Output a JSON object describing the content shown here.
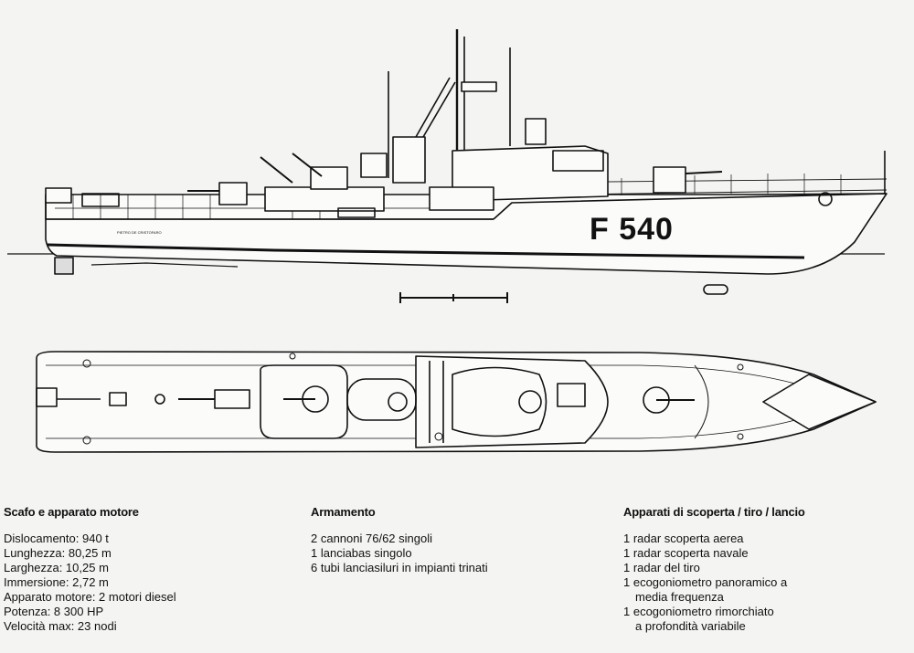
{
  "hull_number": "F 540",
  "ship_name_small": "PIETRO DE CRISTOFARO",
  "sections": {
    "hull": {
      "title": "Scafo e apparato motore",
      "lines": [
        "Dislocamento: 940 t",
        "Lunghezza: 80,25 m",
        "Larghezza: 10,25 m",
        "Immersione: 2,72 m",
        "Apparato motore: 2 motori diesel",
        "Potenza: 8 300 HP",
        "Velocità max: 23 nodi"
      ]
    },
    "armament": {
      "title": "Armamento",
      "lines": [
        "2 cannoni 76/62 singoli",
        "1 lanciabas singolo",
        "6 tubi lanciasiluri in impianti trinati"
      ]
    },
    "sensors": {
      "title": "Apparati di scoperta / tiro / lancio",
      "lines": [
        "1 radar scoperta aerea",
        "1 radar scoperta navale",
        "1 radar del tiro",
        "1 ecogoniometro panoramico a",
        "media frequenza",
        "1 ecogoniometro rimorchiato",
        "a profondità variabile"
      ]
    }
  }
}
